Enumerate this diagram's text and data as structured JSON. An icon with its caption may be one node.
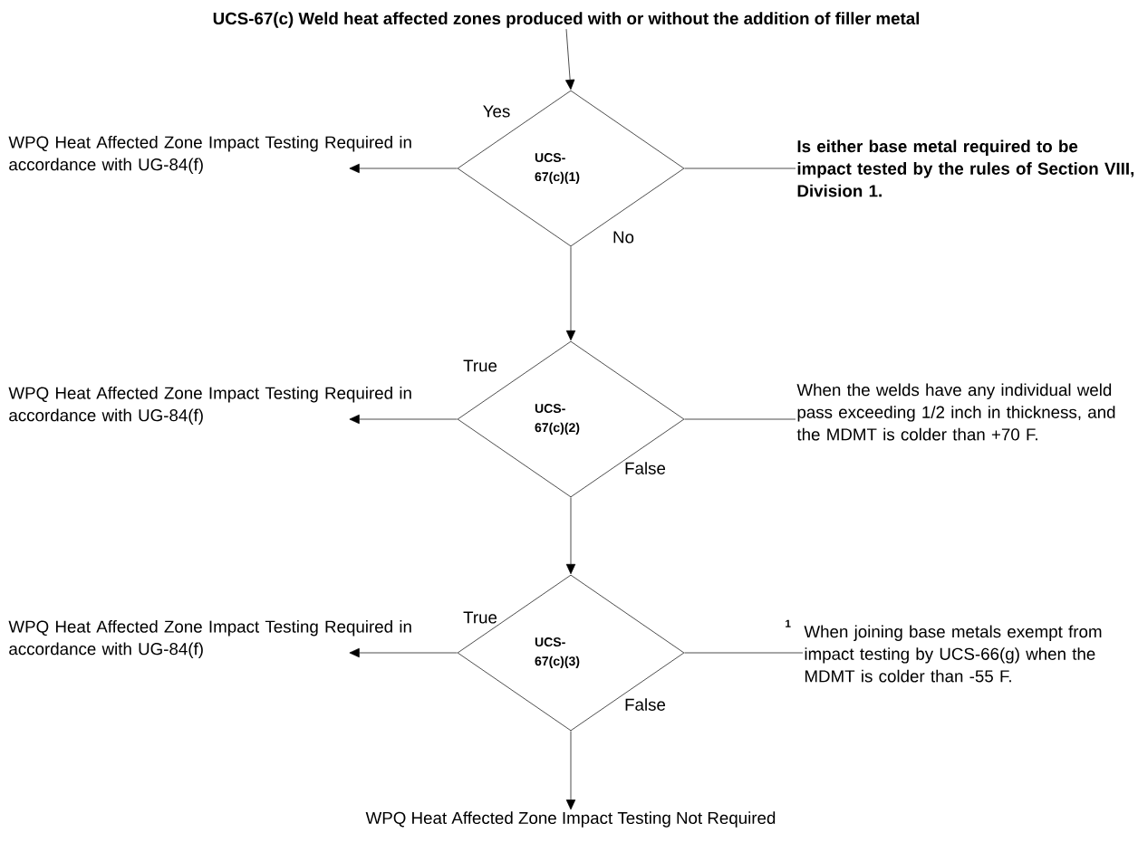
{
  "diagram": {
    "nodes": [
      {
        "text": [
          "UCS-67(c) Weld heat affected zones produced with or without the addition of filler metal"
        ]
      },
      {
        "text": [
          "UCS-67(c)(1)"
        ]
      },
      {
        "text": [
          "WPQ Heat Affected Zone Impact Testing Required in accordance with UG-84(f)"
        ]
      },
      {
        "text": [
          "Is either base metal required to be impact tested by the rules of Section VIII, Division 1."
        ]
      },
      {
        "text": [
          "UCS-67(c)(2)"
        ]
      },
      {
        "text": [
          "WPQ Heat Affected Zone Impact Testing Required in accordance with UG-84(f)"
        ]
      },
      {
        "text": [
          "When the welds have any individual weld pass exceeding 1/2 inch in thickness, and the MDMT is colder than +70 F."
        ]
      },
      {
        "text": [
          "UCS-67(c)(3)"
        ]
      },
      {
        "text": [
          "WPQ Heat Affected Zone Impact Testing Required in accordance with UG-84(f)"
        ]
      },
      {
        "text": [
          "When joining base metals exempt from impact testing by UCS-66(g) when the MDMT is colder than -55 F."
        ],
        "beside": [
          "1"
        ]
      },
      {
        "text": [
          "WPQ Heat Affected Zone Impact Testing Not Required"
        ]
      }
    ],
    "edges": [
      {
        "from": 0,
        "to": 1,
        "arrow": "to"
      },
      {
        "from": 1,
        "to": 2,
        "arrow": "to",
        "label": "Yes"
      },
      {
        "from": 1,
        "to": 3,
        "arrow": "none"
      },
      {
        "from": 1,
        "to": 4,
        "arrow": "to",
        "label": "No"
      },
      {
        "from": 4,
        "to": 5,
        "arrow": "to",
        "label": "True"
      },
      {
        "from": 4,
        "to": 6,
        "arrow": "none"
      },
      {
        "from": 4,
        "to": 7,
        "arrow": "to",
        "label": "False"
      },
      {
        "from": 7,
        "to": 8,
        "arrow": "to",
        "label": "True"
      },
      {
        "from": 7,
        "to": 9,
        "arrow": "none"
      },
      {
        "from": 7,
        "to": 10,
        "arrow": "to",
        "label": "False"
      }
    ]
  }
}
